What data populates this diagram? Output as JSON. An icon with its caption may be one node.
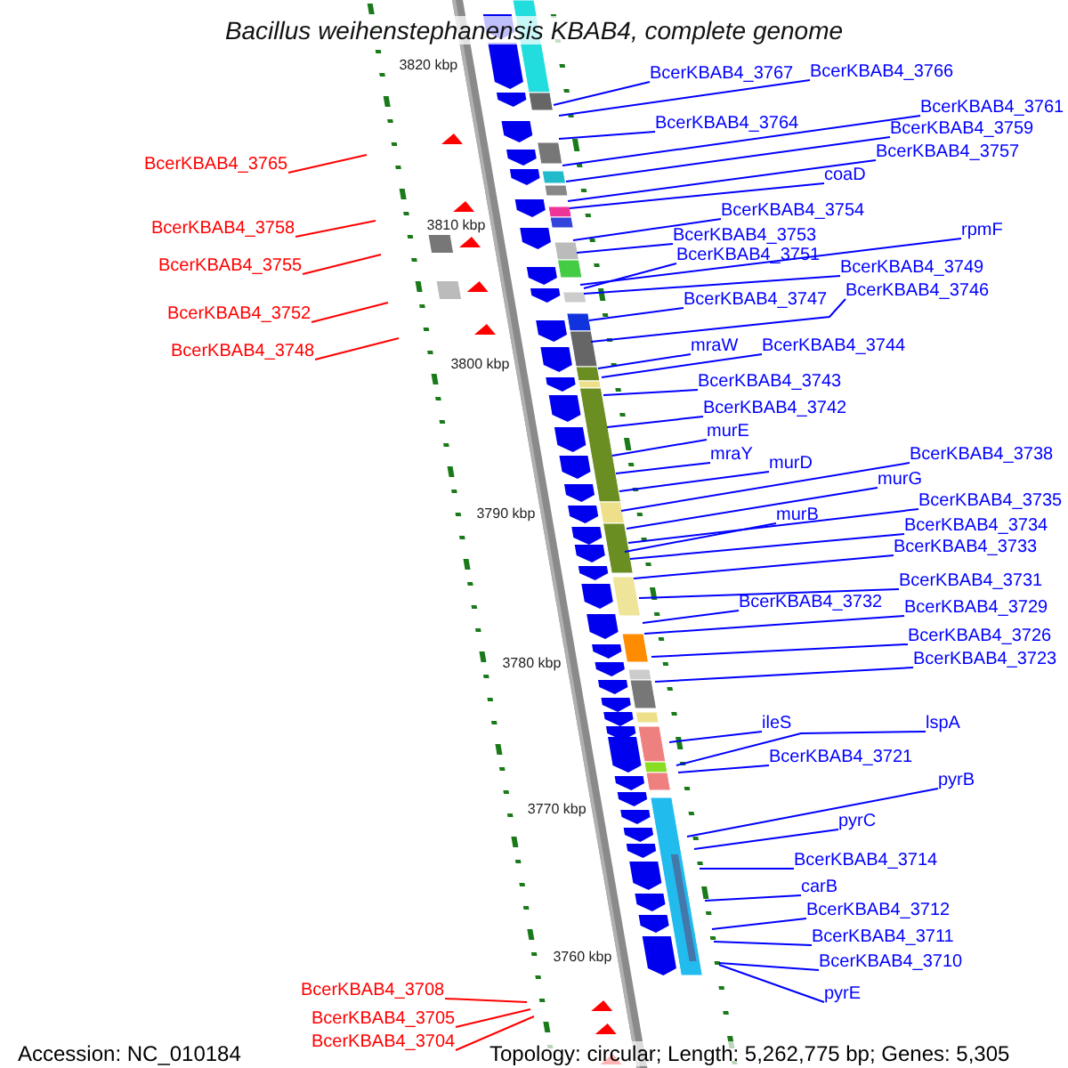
{
  "diagram": {
    "title": "Bacillus weihenstephanensis KBAB4, complete genome",
    "nodes": [
      {
        "text": [
          "BcerKBAB4_3766"
        ]
      },
      {
        "text": [
          "BcerKBAB4_3767"
        ]
      },
      {
        "text": [
          "BcerKBAB4_3761"
        ]
      },
      {
        "text": [
          "BcerKBAB4_3764"
        ]
      },
      {
        "text": [
          "BcerKBAB4_3759"
        ]
      },
      {
        "text": [
          "BcerKBAB4_3757"
        ]
      },
      {
        "text": [
          "BcerKBAB4_3765"
        ]
      },
      {
        "text": [
          "coaD"
        ]
      },
      {
        "text": [
          "BcerKBAB4_3754"
        ]
      },
      {
        "text": [
          "BcerKBAB4_3758"
        ]
      },
      {
        "text": [
          "rpmF"
        ]
      },
      {
        "text": [
          "BcerKBAB4_3753"
        ]
      },
      {
        "text": [
          "BcerKBAB4_3749"
        ]
      },
      {
        "text": [
          "BcerKBAB4_3751"
        ]
      },
      {
        "text": [
          "BcerKBAB4_3755"
        ]
      },
      {
        "text": [
          "BcerKBAB4_3746"
        ]
      },
      {
        "text": [
          "BcerKBAB4_3747"
        ]
      },
      {
        "text": [
          "BcerKBAB4_3752"
        ]
      },
      {
        "text": [
          "mraW"
        ]
      },
      {
        "text": [
          "BcerKBAB4_3744"
        ]
      },
      {
        "text": [
          "BcerKBAB4_3748"
        ]
      },
      {
        "text": [
          "BcerKBAB4_3743"
        ]
      },
      {
        "text": [
          "BcerKBAB4_3742"
        ]
      },
      {
        "text": [
          "murE"
        ]
      },
      {
        "text": [
          "mraY"
        ]
      },
      {
        "text": [
          "BcerKBAB4_3738"
        ]
      },
      {
        "text": [
          "murD"
        ]
      },
      {
        "text": [
          "murG"
        ]
      },
      {
        "text": [
          "BcerKBAB4_3735"
        ]
      },
      {
        "text": [
          "murB"
        ]
      },
      {
        "text": [
          "BcerKBAB4_3734"
        ]
      },
      {
        "text": [
          "BcerKBAB4_3733"
        ]
      },
      {
        "text": [
          "BcerKBAB4_3731"
        ]
      },
      {
        "text": [
          "BcerKBAB4_3732"
        ]
      },
      {
        "text": [
          "BcerKBAB4_3729"
        ]
      },
      {
        "text": [
          "BcerKBAB4_3726"
        ]
      },
      {
        "text": [
          "BcerKBAB4_3723"
        ]
      },
      {
        "text": [
          "ileS"
        ]
      },
      {
        "text": [
          "lspA"
        ]
      },
      {
        "text": [
          "BcerKBAB4_3721"
        ]
      },
      {
        "text": [
          "pyrB"
        ]
      },
      {
        "text": [
          "pyrC"
        ]
      },
      {
        "text": [
          "BcerKBAB4_3714"
        ]
      },
      {
        "text": [
          "carB"
        ]
      },
      {
        "text": [
          "BcerKBAB4_3712"
        ]
      },
      {
        "text": [
          "BcerKBAB4_3711"
        ]
      },
      {
        "text": [
          "BcerKBAB4_3710"
        ]
      },
      {
        "text": [
          "pyrE"
        ]
      },
      {
        "text": [
          "BcerKBAB4_3708"
        ]
      },
      {
        "text": [
          "BcerKBAB4_3705"
        ]
      },
      {
        "text": [
          "BcerKBAB4_3704"
        ]
      }
    ],
    "edges": [
      {
        "from": 0,
        "to": null,
        "arrow": "none"
      },
      {
        "from": 1,
        "to": null,
        "arrow": "none"
      },
      {
        "from": 2,
        "to": null,
        "arrow": "none"
      },
      {
        "from": 3,
        "to": null,
        "arrow": "none"
      },
      {
        "from": 4,
        "to": null,
        "arrow": "none"
      },
      {
        "from": 5,
        "to": null,
        "arrow": "none"
      },
      {
        "from": 6,
        "to": null,
        "arrow": "none",
        "color": "#ff0000"
      },
      {
        "from": 7,
        "to": null,
        "arrow": "none"
      },
      {
        "from": 8,
        "to": null,
        "arrow": "none"
      },
      {
        "from": 9,
        "to": null,
        "arrow": "none",
        "color": "#ff0000"
      },
      {
        "from": 10,
        "to": null,
        "arrow": "none"
      },
      {
        "from": 11,
        "to": null,
        "arrow": "none"
      },
      {
        "from": 12,
        "to": null,
        "arrow": "none"
      },
      {
        "from": 13,
        "to": null,
        "arrow": "none"
      },
      {
        "from": 14,
        "to": null,
        "arrow": "none",
        "color": "#ff0000"
      },
      {
        "from": 15,
        "to": null,
        "arrow": "none"
      },
      {
        "from": 16,
        "to": null,
        "arrow": "none"
      },
      {
        "from": 17,
        "to": null,
        "arrow": "none",
        "color": "#ff0000"
      },
      {
        "from": 18,
        "to": null,
        "arrow": "none"
      },
      {
        "from": 19,
        "to": null,
        "arrow": "none"
      },
      {
        "from": 20,
        "to": null,
        "arrow": "none",
        "color": "#ff0000"
      },
      {
        "from": 21,
        "to": null,
        "arrow": "none"
      },
      {
        "from": 22,
        "to": null,
        "arrow": "none"
      },
      {
        "from": 23,
        "to": null,
        "arrow": "none"
      },
      {
        "from": 24,
        "to": null,
        "arrow": "none"
      },
      {
        "from": 25,
        "to": null,
        "arrow": "none"
      },
      {
        "from": 26,
        "to": null,
        "arrow": "none"
      },
      {
        "from": 27,
        "to": null,
        "arrow": "none"
      },
      {
        "from": 28,
        "to": null,
        "arrow": "none"
      },
      {
        "from": 29,
        "to": null,
        "arrow": "none"
      },
      {
        "from": 30,
        "to": null,
        "arrow": "none"
      },
      {
        "from": 31,
        "to": null,
        "arrow": "none"
      },
      {
        "from": 32,
        "to": null,
        "arrow": "none"
      },
      {
        "from": 33,
        "to": null,
        "arrow": "none"
      },
      {
        "from": 34,
        "to": null,
        "arrow": "none"
      },
      {
        "from": 35,
        "to": null,
        "arrow": "none"
      },
      {
        "from": 36,
        "to": null,
        "arrow": "none"
      },
      {
        "from": 37,
        "to": null,
        "arrow": "none"
      },
      {
        "from": 38,
        "to": null,
        "arrow": "none"
      },
      {
        "from": 39,
        "to": null,
        "arrow": "none"
      },
      {
        "from": 40,
        "to": null,
        "arrow": "none"
      },
      {
        "from": 41,
        "to": null,
        "arrow": "none"
      },
      {
        "from": 42,
        "to": null,
        "arrow": "none"
      },
      {
        "from": 43,
        "to": null,
        "arrow": "none"
      },
      {
        "from": 44,
        "to": null,
        "arrow": "none"
      },
      {
        "from": 45,
        "to": null,
        "arrow": "none"
      },
      {
        "from": 46,
        "to": null,
        "arrow": "none"
      },
      {
        "from": 47,
        "to": null,
        "arrow": "none"
      },
      {
        "from": 48,
        "to": null,
        "arrow": "none",
        "color": "#ff0000"
      },
      {
        "from": 49,
        "to": null,
        "arrow": "none",
        "color": "#ff0000"
      },
      {
        "from": 50,
        "to": null,
        "arrow": "none",
        "color": "#ff0000"
      }
    ],
    "labels": [
      "3820 kbp",
      "3810 kbp",
      "3800 kbp",
      "3790 kbp",
      "3780 kbp",
      "3770 kbp",
      "3760 kbp",
      "Accession: NC_010184",
      "Topology: circular; Length: 5,262,775 bp; Genes: 5,305"
    ]
  }
}
